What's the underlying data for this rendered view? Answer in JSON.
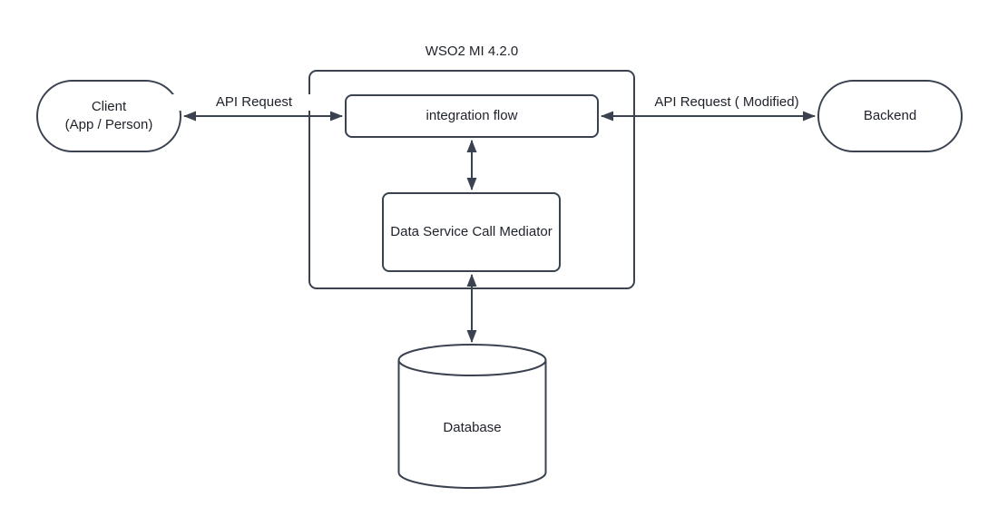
{
  "diagram": {
    "title": "WSO2 MI 4.2.0",
    "colors": {
      "stroke": "#3a4250",
      "text": "#1d2129",
      "background": "#ffffff"
    },
    "nodes": {
      "client": {
        "line1": "Client",
        "line2": "(App / Person)"
      },
      "integration_flow": {
        "label": "integration flow"
      },
      "data_service_call_mediator": {
        "label": "Data Service Call Mediator"
      },
      "backend": {
        "label": "Backend"
      },
      "database": {
        "label": "Database"
      }
    },
    "edges": {
      "client_to_flow": {
        "label": "API Request"
      },
      "flow_to_backend": {
        "label": "API Request ( Modified)"
      }
    }
  }
}
